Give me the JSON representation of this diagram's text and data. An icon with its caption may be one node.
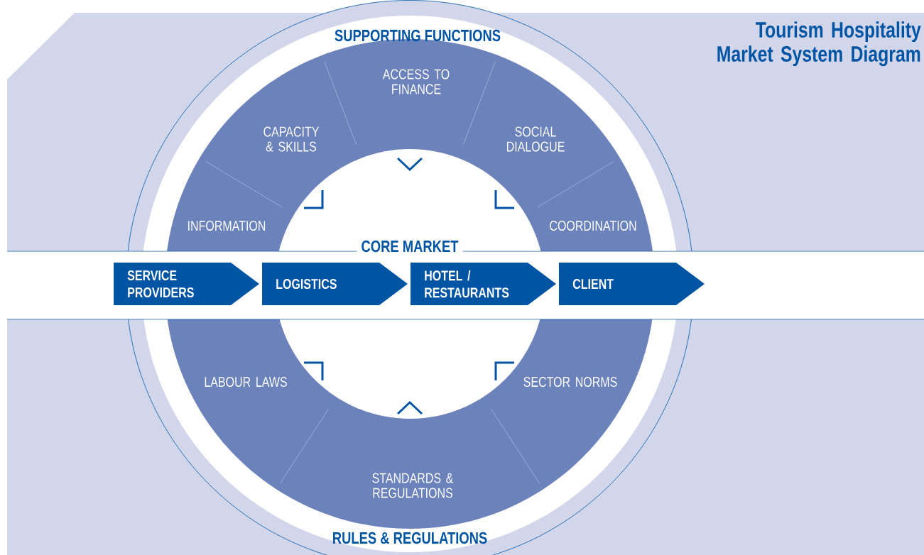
{
  "diagram": {
    "title": "Tourism Hospitality Market System Diagram",
    "nodes": [
      {
        "text": [
          "SERVICE PROVIDERS"
        ]
      },
      {
        "text": [
          "LOGISTICS"
        ]
      },
      {
        "text": [
          "HOTEL / RESTAURANTS"
        ]
      },
      {
        "text": [
          "CLIENT"
        ]
      }
    ],
    "labels": [
      "SUPPORTING FUNCTIONS",
      "ACCESS TO FINANCE",
      "CAPACITY & SKILLS",
      "SOCIAL DIALOGUE",
      "INFORMATION",
      "COORDINATION",
      "CORE MARKET",
      "LABOUR LAWS",
      "SECTOR NORMS",
      "STANDARDS & REGULATIONS",
      "RULES & REGULATIONS"
    ]
  }
}
